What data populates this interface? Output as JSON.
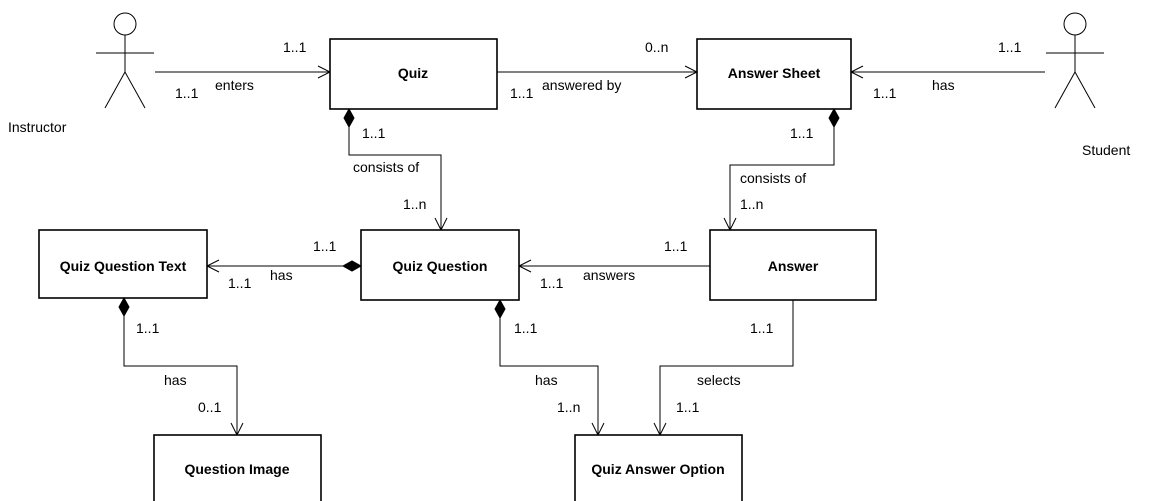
{
  "entities": {
    "quiz": "Quiz",
    "answer_sheet": "Answer Sheet",
    "quiz_question_text": "Quiz Question Text",
    "quiz_question": "Quiz Question",
    "answer": "Answer",
    "question_image": "Question Image",
    "quiz_answer_option": "Quiz Answer Option"
  },
  "actors": {
    "instructor": "Instructor",
    "student": "Student"
  },
  "relationships": {
    "instructor_quiz": {
      "label": "enters",
      "source_mult": "1..1",
      "target_mult": "1..1"
    },
    "quiz_answer_sheet": {
      "label": "answered by",
      "source_mult": "1..1",
      "target_mult": "0..n"
    },
    "student_answer_sheet": {
      "label": "has",
      "source_mult": "1..1",
      "target_mult": "1..1"
    },
    "quiz_quiz_question": {
      "label": "consists of",
      "source_mult": "1..1",
      "target_mult": "1..n"
    },
    "answer_sheet_answer": {
      "label": "consists of",
      "source_mult": "1..1",
      "target_mult": "1..n"
    },
    "quiz_question_text": {
      "label": "has",
      "source_mult": "1..1",
      "target_mult": "1..1"
    },
    "answer_quiz_question": {
      "label": "answers",
      "source_mult": "1..1",
      "target_mult": "1..1"
    },
    "question_text_image": {
      "label": "has",
      "source_mult": "1..1",
      "target_mult": "0..1"
    },
    "quiz_question_option": {
      "label": "has",
      "source_mult": "1..1",
      "target_mult": "1..n"
    },
    "answer_option": {
      "label": "selects",
      "source_mult": "1..1",
      "target_mult": "1..1"
    }
  }
}
